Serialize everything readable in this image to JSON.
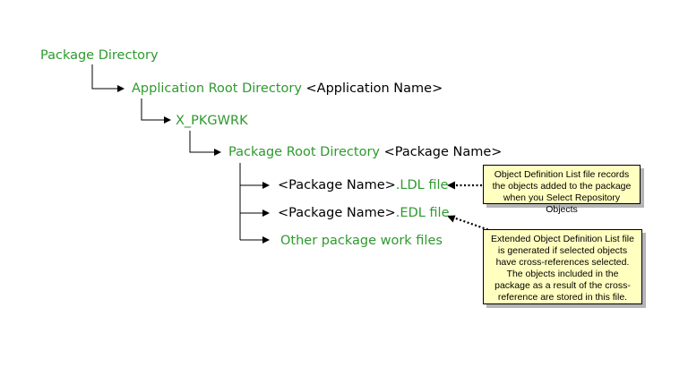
{
  "tree": {
    "package_directory": "Package Directory",
    "app_root": {
      "name": "Application Root Directory",
      "param": "<Application Name>"
    },
    "pkgwrk": "X_PKGWRK",
    "package_root": {
      "name": "Package Root Directory",
      "param": "<Package Name>"
    },
    "ldl": {
      "param": "<Package Name>",
      "suffix": ".LDL file"
    },
    "edl": {
      "param": "<Package Name>",
      "suffix": ".EDL file"
    },
    "other": "Other package work files"
  },
  "notes": {
    "ldl_note": "Object Definition List file records the objects added to the package when you Select Repository Objects",
    "edl_note": "Extended Object Definition List file is generated if selected objects have cross-references selected.  The objects included in the package as a result of the cross-reference are stored in this file."
  },
  "colors": {
    "green": "#2e9a2e",
    "note_bg": "#ffffc0"
  }
}
